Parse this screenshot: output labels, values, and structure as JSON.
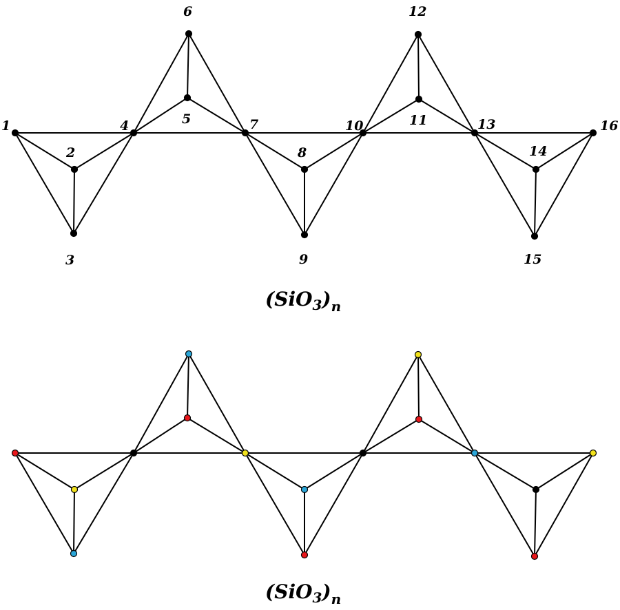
{
  "colors": {
    "black": "#000000",
    "red": "#e8171b",
    "yellow": "#f2e21c",
    "blue": "#2aa6d8"
  },
  "top_graph": {
    "caption": {
      "formula": "(SiO",
      "subscript_3": "3",
      "close": ")",
      "subscript_n": "n"
    },
    "vertices": [
      {
        "id": 1,
        "label": "1"
      },
      {
        "id": 2,
        "label": "2"
      },
      {
        "id": 3,
        "label": "3"
      },
      {
        "id": 4,
        "label": "4"
      },
      {
        "id": 5,
        "label": "5"
      },
      {
        "id": 6,
        "label": "6"
      },
      {
        "id": 7,
        "label": "7"
      },
      {
        "id": 8,
        "label": "8"
      },
      {
        "id": 9,
        "label": "9"
      },
      {
        "id": 10,
        "label": "10"
      },
      {
        "id": 11,
        "label": "11"
      },
      {
        "id": 12,
        "label": "12"
      },
      {
        "id": 13,
        "label": "13"
      },
      {
        "id": 14,
        "label": "14"
      },
      {
        "id": 15,
        "label": "15"
      },
      {
        "id": 16,
        "label": "16"
      }
    ]
  },
  "bottom_graph": {
    "caption": {
      "formula": "(SiO",
      "subscript_3": "3",
      "close": ")",
      "subscript_n": "n"
    },
    "vertex_colors": {
      "1": "red",
      "2": "yellow",
      "3": "blue",
      "4": "black",
      "5": "red",
      "6": "blue",
      "7": "yellow",
      "8": "blue",
      "9": "red",
      "10": "black",
      "11": "red",
      "12": "yellow",
      "13": "blue",
      "14": "black",
      "15": "red",
      "16": "yellow"
    }
  },
  "edges": [
    [
      1,
      4
    ],
    [
      4,
      7
    ],
    [
      7,
      10
    ],
    [
      10,
      13
    ],
    [
      13,
      16
    ],
    [
      1,
      2
    ],
    [
      2,
      4
    ],
    [
      1,
      3
    ],
    [
      3,
      4
    ],
    [
      2,
      3
    ],
    [
      4,
      5
    ],
    [
      5,
      7
    ],
    [
      4,
      6
    ],
    [
      6,
      7
    ],
    [
      5,
      6
    ],
    [
      7,
      8
    ],
    [
      8,
      10
    ],
    [
      7,
      9
    ],
    [
      9,
      10
    ],
    [
      8,
      9
    ],
    [
      10,
      11
    ],
    [
      11,
      13
    ],
    [
      10,
      12
    ],
    [
      12,
      13
    ],
    [
      11,
      12
    ],
    [
      13,
      14
    ],
    [
      14,
      16
    ],
    [
      13,
      15
    ],
    [
      15,
      16
    ],
    [
      14,
      15
    ]
  ]
}
